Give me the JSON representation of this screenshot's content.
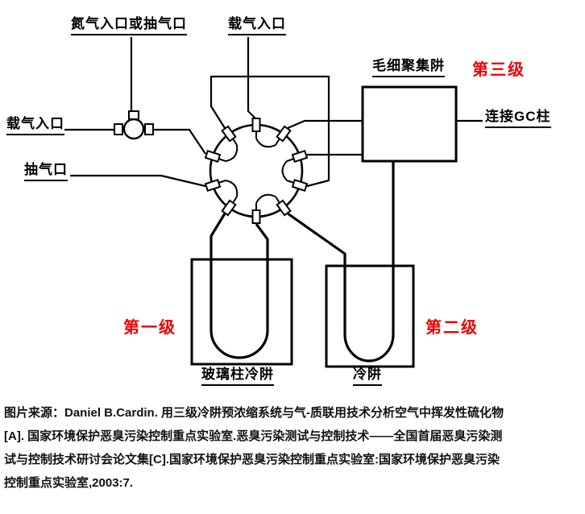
{
  "diagram": {
    "labels": {
      "nitrogen_inlet": "氮气入口或抽气口",
      "carrier_gas_inlet_top": "载气入口",
      "carrier_gas_inlet_left": "载气入口",
      "pump_port": "抽气口",
      "capillary_trap": "毛细聚集阱",
      "gc_column": "连接GC柱",
      "glass_column_cold_trap": "玻璃柱冷阱",
      "cold_trap": "冷阱"
    },
    "stages": {
      "stage1": "第一级",
      "stage2": "第二级",
      "stage3": "第三级"
    },
    "colors": {
      "stage_red": "#ee0000",
      "line_black": "#000000"
    }
  },
  "caption": {
    "lines": [
      "图片来源：Daniel B.Cardin. 用三级冷阱预浓缩系统与气-质联用技术分析空气中挥发性硫化物",
      "[A]. 国家环境保护恶臭污染控制重点实验室.恶臭污染测试与控制技术——全国首届恶臭污染测",
      "试与控制技术研讨会论文集[C].国家环境保护恶臭污染控制重点实验室:国家环境保护恶臭污染",
      "控制重点实验室,2003:7."
    ]
  }
}
